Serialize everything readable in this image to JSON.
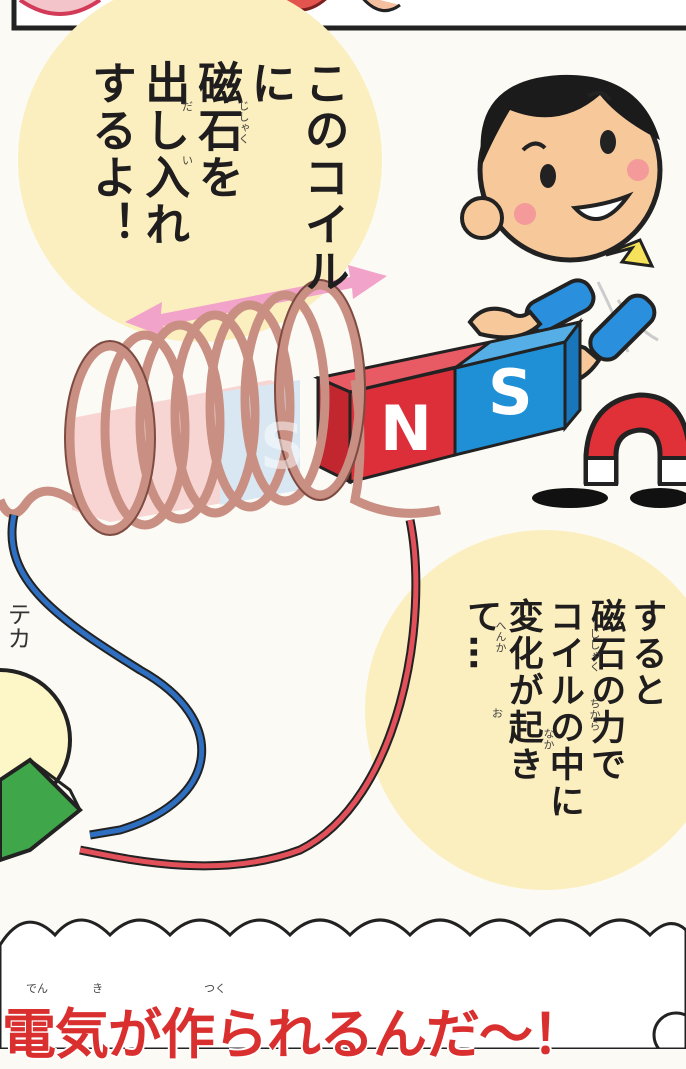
{
  "bubble_top": {
    "lines": [
      "このコイルに",
      "磁石を",
      "出し入れ",
      "するよ！"
    ]
  },
  "bubble_bottom": {
    "lines": [
      "すると",
      "磁石の力で",
      "コイルの中に",
      "変化が起きて…"
    ]
  },
  "title": "電気が作られるんだ〜！",
  "ruby": {
    "jishaku": "じしゃく",
    "dai": "だ",
    "i": "い",
    "chikara": "ちから",
    "naka": "なか",
    "henka": "へんか",
    "o": "お",
    "den": "でん",
    "ki": "き",
    "tsuku": "つく"
  },
  "magnet": {
    "n_label": "N",
    "s_label": "S",
    "ghost_label": "S"
  },
  "cut_text": "テカ",
  "colors": {
    "bubble": "#fcefbf",
    "coil": "#c98f82",
    "magnet_red": "#dc2f3a",
    "magnet_blue": "#1f8fd6",
    "wire_blue": "#2e6fc1",
    "wire_red": "#e2505a",
    "title_red": "#d9302f",
    "arrow_pink": "#f2a3c9"
  }
}
